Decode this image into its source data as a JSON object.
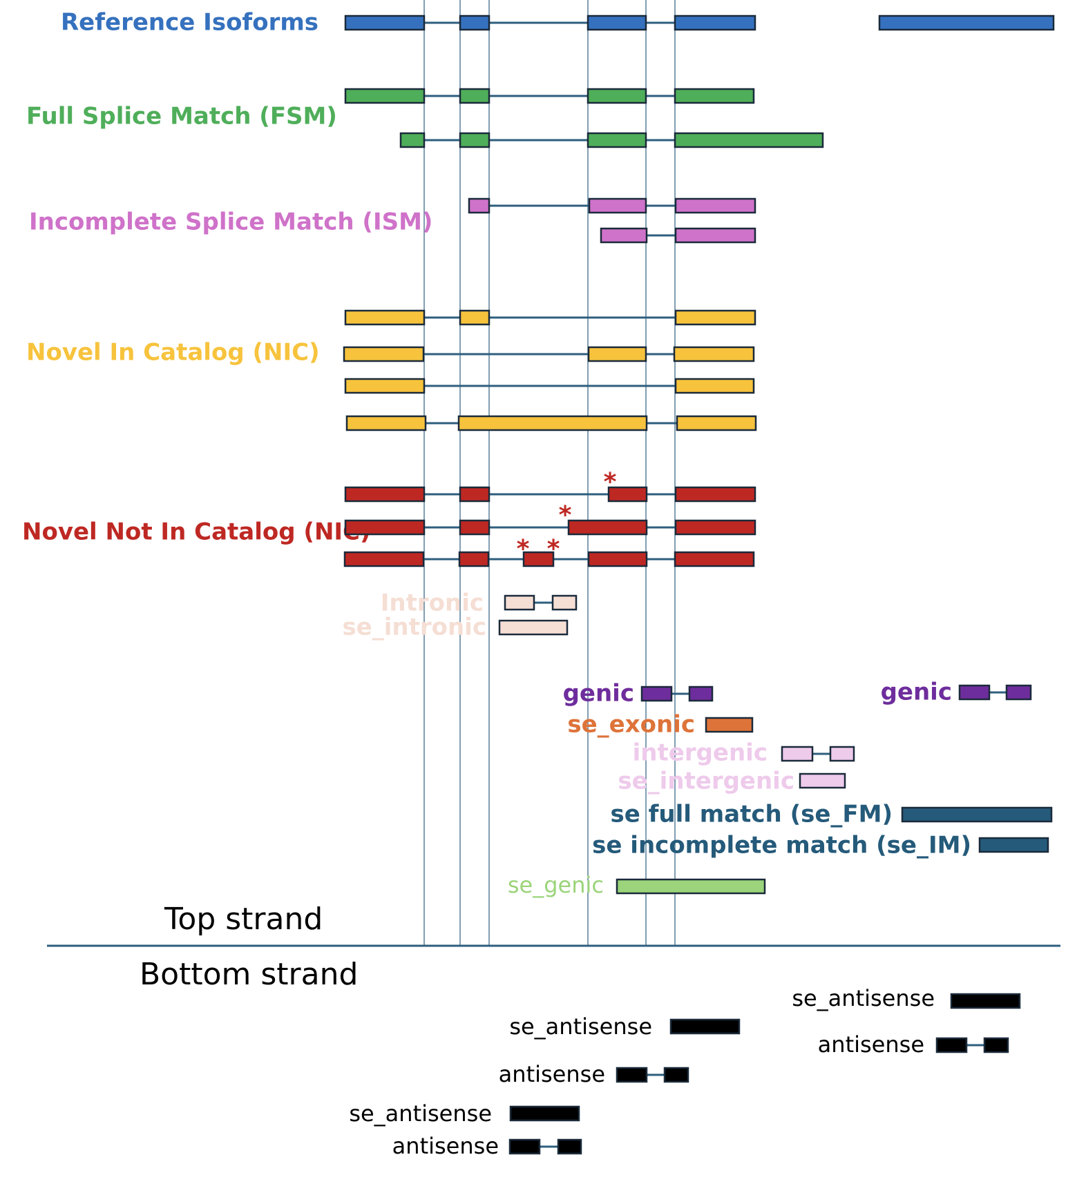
{
  "colors": {
    "reference": "#3571BE",
    "fsm": "#4FAE5A",
    "ism": "#CF72C9",
    "nic": "#F7C33D",
    "nnc": "#BE2823",
    "intronic": "#F5DED4",
    "genic": "#6E2D9C",
    "se_exonic": "#DE7339",
    "intergenic": "#EECAEB",
    "se_match": "#255A7A",
    "se_genic": "#9BD47A",
    "antisense": "#000000",
    "intron_line": "#2E5E7E",
    "guide_line": "#2E5E7E",
    "outline": "#1A2A3A",
    "label_black": "#000000"
  },
  "categories": {
    "reference": "Reference Isoforms",
    "fsm": "Full Splice Match (FSM)",
    "ism": "Incomplete Splice Match (ISM)",
    "nic": "Novel In Catalog (NIC)",
    "nnc": "Novel Not In Catalog (NIC)",
    "intronic": "Intronic",
    "se_intronic": "se_intronic",
    "genic_1": "genic",
    "genic_2": "genic",
    "se_exonic": "se_exonic",
    "intergenic": "intergenic",
    "se_intergenic": "se_intergenic",
    "se_fm": "se full match (se_FM)",
    "se_im": "se incomplete match (se_IM)",
    "se_genic": "se_genic"
  },
  "strands": {
    "top": "Top strand",
    "bottom": "Bottom strand"
  },
  "antisense_labels": {
    "se_antisense_1": "se_antisense",
    "se_antisense_2": "se_antisense",
    "se_antisense_3": "se_antisense",
    "antisense_1": "antisense",
    "antisense_2": "antisense",
    "antisense_3": "antisense"
  },
  "novel_marker": "*"
}
